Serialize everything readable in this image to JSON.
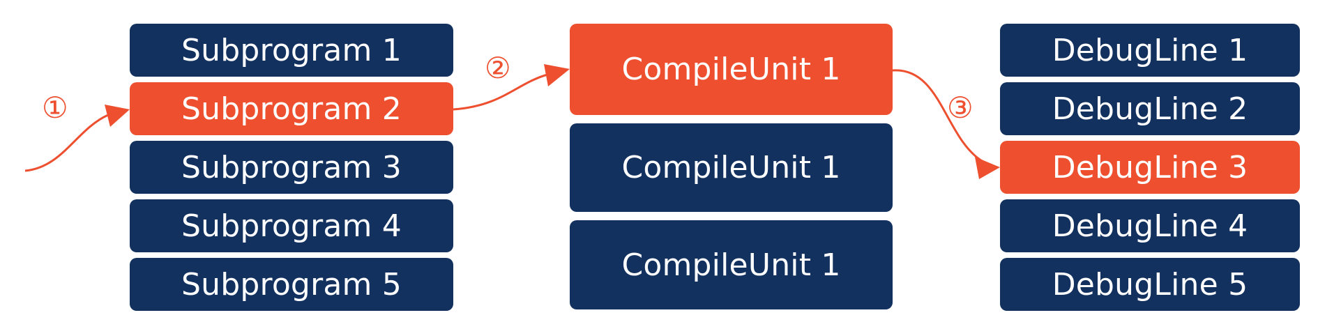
{
  "colors": {
    "navy": "#12315f",
    "highlight": "#ed4f2f",
    "text": "#ffffff"
  },
  "subprograms": [
    {
      "label": "Subprogram 1",
      "highlighted": false
    },
    {
      "label": "Subprogram 2",
      "highlighted": true
    },
    {
      "label": "Subprogram 3",
      "highlighted": false
    },
    {
      "label": "Subprogram 4",
      "highlighted": false
    },
    {
      "label": "Subprogram 5",
      "highlighted": false
    }
  ],
  "compile_units": [
    {
      "label": "CompileUnit 1",
      "highlighted": true
    },
    {
      "label": "CompileUnit 1",
      "highlighted": false
    },
    {
      "label": "CompileUnit 1",
      "highlighted": false
    }
  ],
  "debug_lines": [
    {
      "label": "DebugLine 1",
      "highlighted": false
    },
    {
      "label": "DebugLine 2",
      "highlighted": false
    },
    {
      "label": "DebugLine 3",
      "highlighted": true
    },
    {
      "label": "DebugLine 4",
      "highlighted": false
    },
    {
      "label": "DebugLine 5",
      "highlighted": false
    }
  ],
  "steps": [
    {
      "label": "①"
    },
    {
      "label": "②"
    },
    {
      "label": "③"
    }
  ]
}
